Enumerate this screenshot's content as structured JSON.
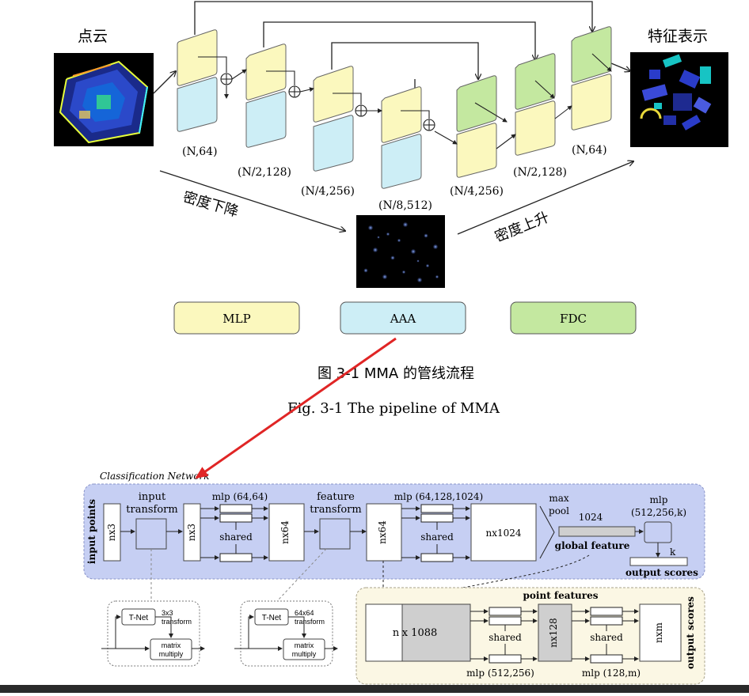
{
  "top": {
    "left_label": "点云",
    "right_label": "特征表示",
    "down_label": "密度下降",
    "up_label": "密度上升",
    "dims": {
      "d1": "(N,64)",
      "d2": "(N/2,128)",
      "d3": "(N/4,256)",
      "d4": "(N/8,512)",
      "d5": "(N/4,256)",
      "d6": "(N/2,128)",
      "d7": "(N,64)"
    },
    "legend": [
      "MLP",
      "AAA",
      "FDC"
    ],
    "caption_cn": "图 3-1 MMA 的管线流程",
    "caption_en": "Fig. 3-1 The pipeline of MMA",
    "colors": {
      "mlp": "#fbf8be",
      "aaa": "#cdeef6",
      "fdc": "#c4e8a0",
      "arrow": "#e02525"
    }
  },
  "bottom": {
    "title": "Classification Network",
    "input_points": "input points",
    "nx3_a": "nx3",
    "input_transform": [
      "input",
      "transform"
    ],
    "nx3_b": "nx3",
    "mlp1": "mlp (64,64)",
    "shared": "shared",
    "nx64_a": "nx64",
    "feature_transform": [
      "feature",
      "transform"
    ],
    "nx64_b": "nx64",
    "mlp2": "mlp (64,128,1024)",
    "nx1024": "nx1024",
    "max_pool": [
      "max",
      "pool"
    ],
    "k1024": "1024",
    "global_feature": "global feature",
    "mlp3": [
      "mlp",
      "(512,256,k)"
    ],
    "k": "k",
    "output_scores": "output scores",
    "tnet": "T-Net",
    "t3": [
      "3x3",
      "transform"
    ],
    "t64": [
      "64x64",
      "transform"
    ],
    "matrix": [
      "matrix",
      "multiply"
    ],
    "point_features": "point features",
    "n": "n",
    "x1088": "x 1088",
    "nx128": "nx128",
    "nxm": "nxm",
    "output_scores2": "output scores",
    "mlp4": "mlp (512,256)",
    "mlp5": "mlp (128,m)",
    "colors": {
      "blue_panel": "#c6cff3",
      "yellow_panel": "#fbf7e4",
      "gray_block": "#cfcfcf"
    }
  }
}
